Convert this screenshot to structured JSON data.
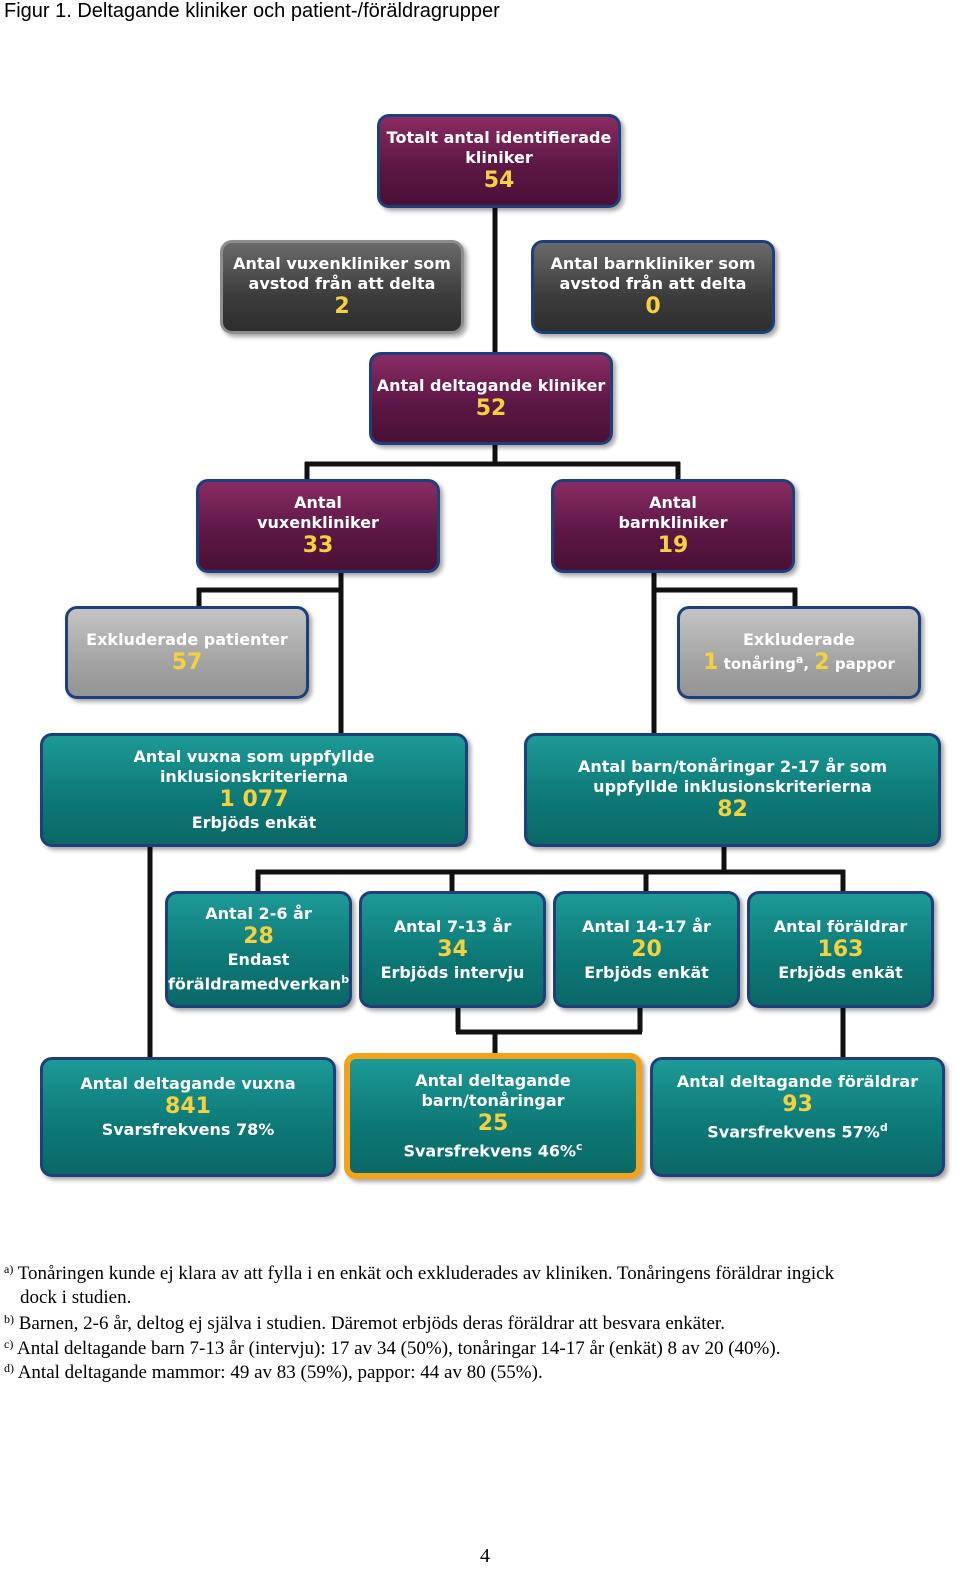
{
  "figure_title": "Figur 1. Deltagande kliniker och patient-/föräldragrupper",
  "nodes": {
    "total": {
      "label_1": "Totalt antal identifierade",
      "label_2": "kliniker",
      "value": "54"
    },
    "adult_declined": {
      "label_1": "Antal vuxenkliniker som",
      "label_2": "avstod från att delta",
      "value": "2"
    },
    "child_declined": {
      "label_1": "Antal barnkliniker som",
      "label_2": "avstod från att delta",
      "value": "0"
    },
    "participating": {
      "label_1": "Antal deltagande kliniker",
      "value": "52"
    },
    "adult_clinics": {
      "label_1": "Antal",
      "label_2": "vuxenkliniker",
      "value": "33"
    },
    "child_clinics": {
      "label_1": "Antal",
      "label_2": "barnkliniker",
      "value": "19"
    },
    "excluded_patients": {
      "label_1": "Exkluderade patienter",
      "value": "57"
    },
    "excluded_child": {
      "label_1": "Exkluderade",
      "value_1": "1",
      "label_teen": "tonåring",
      "mark_a": "a",
      "comma": ",",
      "value_2": "2",
      "label_fathers": "pappor"
    },
    "adults_eligible": {
      "label_1": "Antal vuxna som uppfyllde",
      "label_2": "inklusionskriterierna",
      "value": "1 077",
      "sub": "Erbjöds enkät"
    },
    "children_eligible": {
      "label_1": "Antal barn/tonåringar 2-17 år som",
      "label_2": "uppfyllde inklusionskriterierna",
      "value": "82"
    },
    "age_2_6": {
      "label_1": "Antal 2-6 år",
      "value": "28",
      "sub_1": "Endast",
      "sub_2": "föräldramedverkan",
      "mark_b": "b"
    },
    "age_7_13": {
      "label_1": "Antal 7-13 år",
      "value": "34",
      "sub": "Erbjöds intervju"
    },
    "age_14_17": {
      "label_1": "Antal 14-17 år",
      "value": "20",
      "sub": "Erbjöds enkät"
    },
    "parents": {
      "label_1": "Antal föräldrar",
      "value": "163",
      "sub": "Erbjöds enkät"
    },
    "adults_participating": {
      "label_1": "Antal deltagande vuxna",
      "value": "841",
      "sub": "Svarsfrekvens 78%"
    },
    "children_participating": {
      "label_1": "Antal deltagande barn/tonåringar",
      "value": "25",
      "sub": "Svarsfrekvens 46%",
      "mark_c": "c"
    },
    "parents_participating": {
      "label_1": "Antal deltagande föräldrar",
      "value": "93",
      "sub": "Svarsfrekvens 57%",
      "mark_d": "d"
    }
  },
  "footnotes": [
    {
      "mark": "a)",
      "line_1": "Tonåringen kunde ej klara av att fylla i en enkät och exkluderades av kliniken. Tonåringens föräldrar ingick",
      "line_2": "dock i studien."
    },
    {
      "mark": "b)",
      "line_1": "Barnen, 2-6 år, deltog ej själva i studien. Däremot erbjöds deras föräldrar att besvara enkäter."
    },
    {
      "mark": "c)",
      "line_1": "Antal deltagande barn 7-13 år (intervju): 17 av 34 (50%), tonåringar 14-17 år (enkät) 8 av 20 (40%)."
    },
    {
      "mark": "d)",
      "line_1": "Antal deltagande mammor: 49 av 83 (59%), pappor: 44 av 80 (55%)."
    }
  ],
  "page_number": "4",
  "colors": {
    "clinic_box": "#5e1746",
    "declined_box": "#3c3c3c",
    "excluded_box": "#a4a4a4",
    "patient_box": "#0d7a78",
    "highlight_border": "#f5a21b",
    "value_text": "#f5d23c",
    "connector": "#111111"
  }
}
